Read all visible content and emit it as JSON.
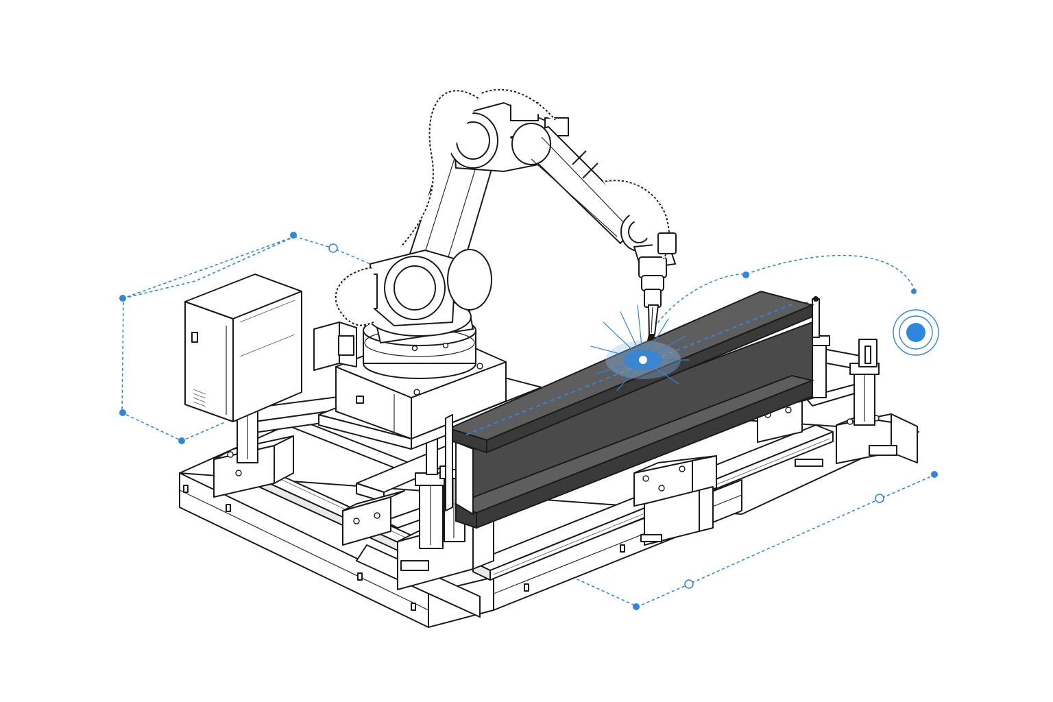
{
  "colors": {
    "accent": "#2f86de",
    "accent_light": "#8cc1f0",
    "ink": "#1a1a1a",
    "beam_dark": "#3a3a3a",
    "beam_mid": "#4a4a4a",
    "beam_light": "#5e5e5e",
    "background": "#ffffff"
  },
  "scene": {
    "subject": "robotic-welding-cell",
    "components": [
      "robot-arm",
      "welding-torch",
      "steel-i-beam",
      "clamping-fixture-frame",
      "control-cabinet",
      "target-marker"
    ]
  }
}
